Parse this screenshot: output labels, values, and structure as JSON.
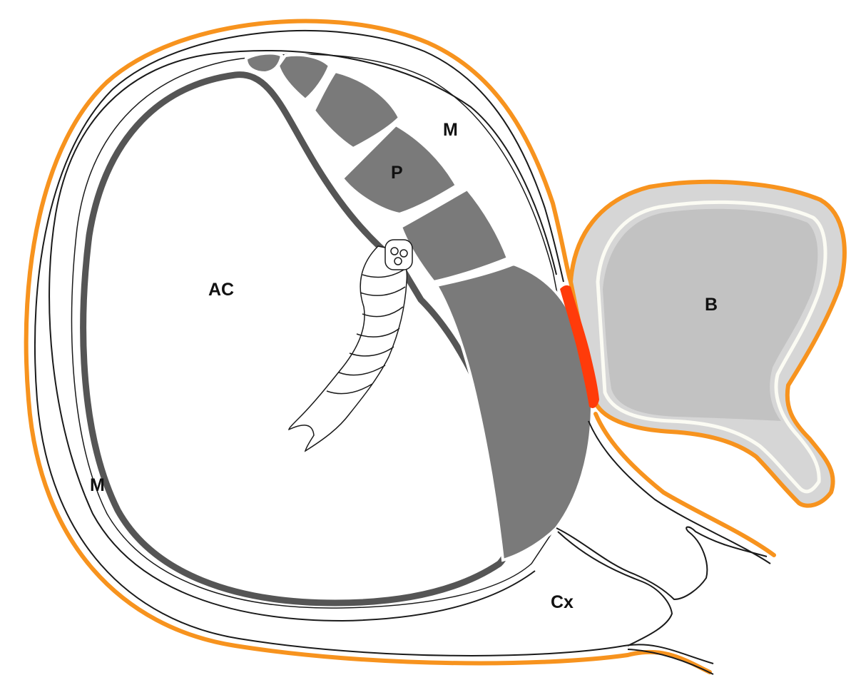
{
  "labels": {
    "amniotic_cavity": "AC",
    "placenta": "P",
    "myometrium_upper": "M",
    "myometrium_lower": "M",
    "bladder": "B",
    "cervix": "Cx"
  },
  "colors": {
    "serosa_outline": "#f7931e",
    "invasion_zone": "#ff3b0a",
    "placenta_fill": "#7a7a7a",
    "membrane_dark": "#555555",
    "bladder_wall": "#d6d6d6",
    "bladder_lumen": "#c2c2c2",
    "line": "#1a1a1a"
  }
}
